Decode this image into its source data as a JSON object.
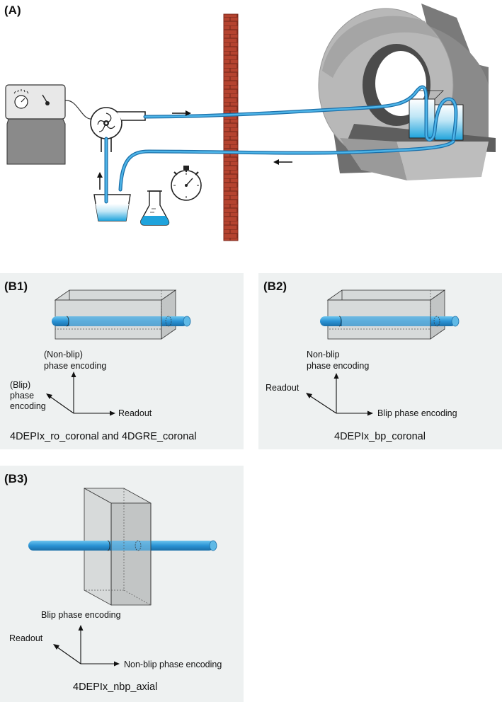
{
  "panel_a": {
    "label": "(A)"
  },
  "panel_b1": {
    "label": "(B1)",
    "axis_vertical": [
      "(Non-blip)",
      "phase encoding"
    ],
    "axis_diagonal": [
      "(Blip)",
      "phase",
      "encoding"
    ],
    "axis_horizontal": "Readout",
    "caption": "4DEPIx_ro_coronal and 4DGRE_coronal"
  },
  "panel_b2": {
    "label": "(B2)",
    "axis_vertical": [
      "Non-blip",
      "phase encoding"
    ],
    "axis_diagonal": "Readout",
    "axis_horizontal": "Blip phase encoding",
    "caption": "4DEPIx_bp_coronal"
  },
  "panel_b3": {
    "label": "(B3)",
    "axis_vertical": "Blip phase encoding",
    "axis_diagonal": "Readout",
    "axis_horizontal": "Non-blip phase encoding",
    "caption": "4DEPIx_nbp_axial"
  },
  "colors": {
    "tube": "#2a93d5",
    "water": "#1fa3dc",
    "brick": "#b5432f",
    "panel_bg": "#eef1f1",
    "scanner": "#8f8f8f"
  }
}
